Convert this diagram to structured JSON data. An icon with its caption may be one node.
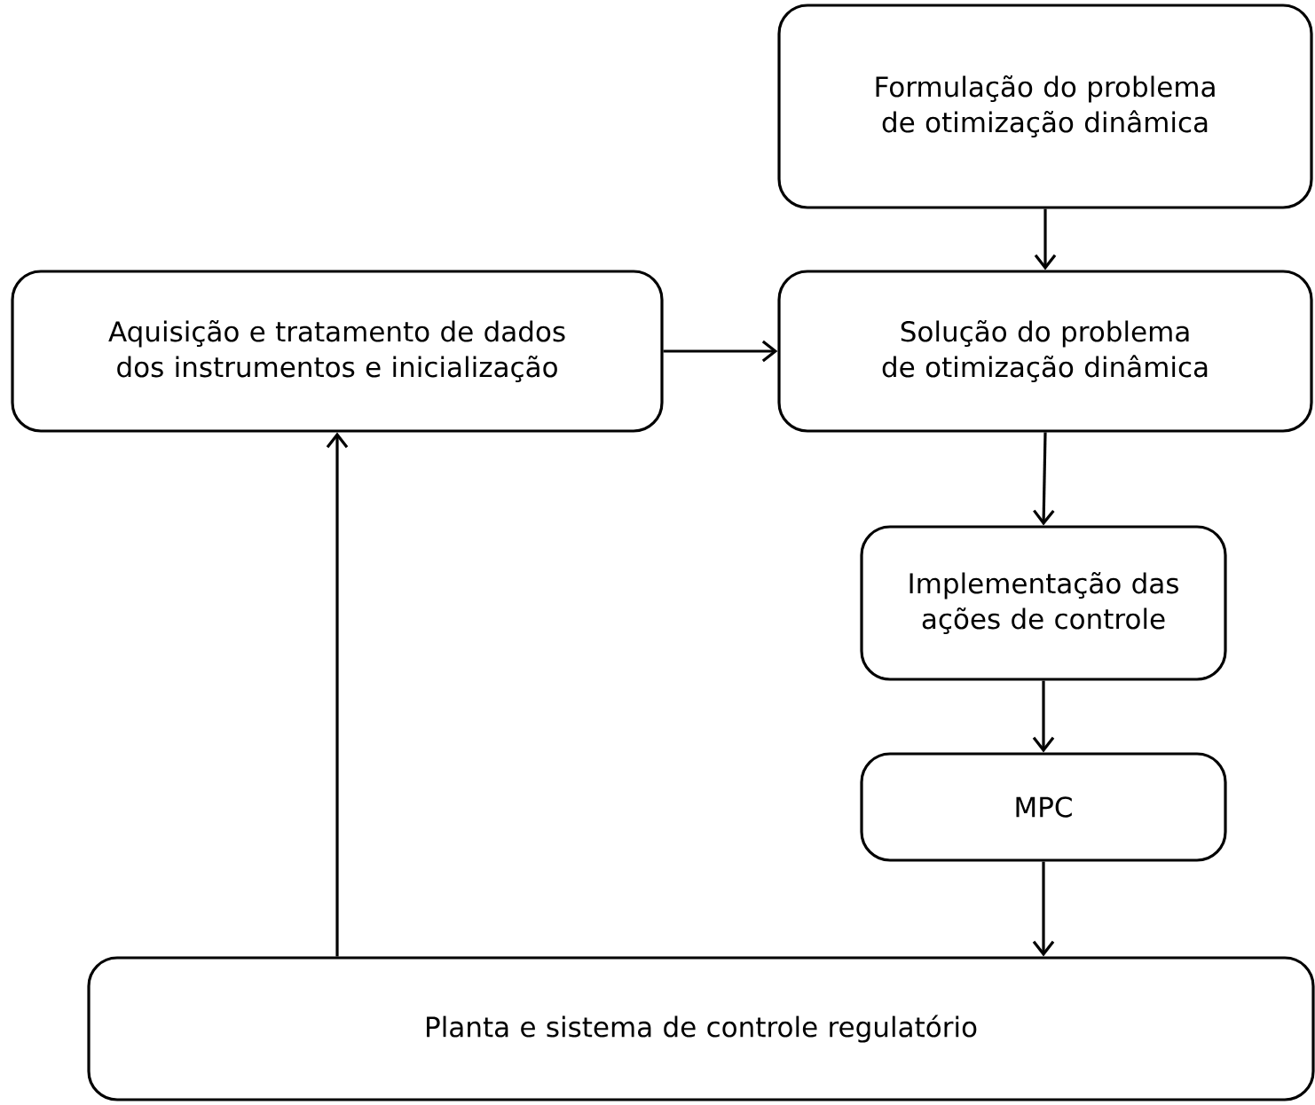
{
  "diagram": {
    "nodes": [
      {
        "text": [
          "Formulação do problema de otimização dinâmica"
        ]
      },
      {
        "text": [
          "Aquisição e tratamento de dados dos instrumentos e inicialização"
        ]
      },
      {
        "text": [
          "Solução do problema de otimização dinâmica"
        ]
      },
      {
        "text": [
          "Implementação das ações de controle"
        ]
      },
      {
        "text": [
          "MPC"
        ]
      },
      {
        "text": [
          "Planta e sistema de controle regulatório"
        ]
      }
    ],
    "edges": [
      {
        "from": 0,
        "to": 2,
        "arrow": "to"
      },
      {
        "from": 1,
        "to": 2,
        "arrow": "to"
      },
      {
        "from": 2,
        "to": 3,
        "arrow": "to"
      },
      {
        "from": 3,
        "to": 4,
        "arrow": "to"
      },
      {
        "from": 4,
        "to": 5,
        "arrow": "to"
      },
      {
        "from": 5,
        "to": 1,
        "arrow": "to"
      }
    ]
  }
}
